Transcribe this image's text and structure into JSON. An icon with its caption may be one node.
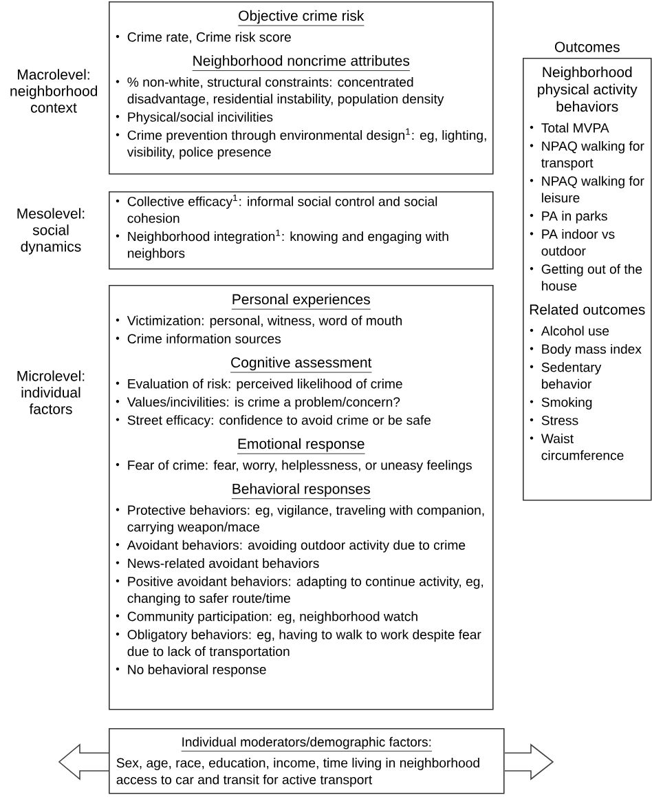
{
  "diagram": {
    "nodes": [
      {
        "text": [
          "Objective crime risk",
          "Crime rate, Crime risk score",
          "Neighborhood noncrime attributes",
          "% non-white, structural constraints: concentrated disadvantage, residential instability, population density",
          "Physical/social incivilities",
          "Crime prevention through environmental design$^{1}$: eg, lighting, visibility, police presence"
        ]
      },
      {
        "text": [
          "Collective efficacy$^{1}$: informal social control and social cohesion",
          "Neighborhood integration$^{1}$: knowing and engaging with neighbors"
        ]
      },
      {
        "text": [
          "Personal experiences",
          "Victimization: personal, witness, word of mouth",
          "Crime information sources",
          "Cognitive assessment",
          "Evaluation of risk: perceived likelihood of crime",
          "Values/incivilities: is crime a problem/concern?",
          "Street efficacy: confidence to avoid crime or be safe",
          "Emotional response",
          "Fear of crime: fear, worry, helplessness, or uneasy feelings",
          "Behavioral responses",
          "Protective behaviors: eg, vigilance, traveling with companion, carrying weapon/mace",
          "Avoidant behaviors: avoiding outdoor activity due to crime",
          "News-related avoidant behaviors",
          "Positive avoidant behaviors: adapting to continue activity, eg, changing to safer route/time",
          "Community participation: eg, neighborhood watch",
          "Obligatory behaviors: eg, having to walk to work despite fear due to lack of transportation",
          "No behavioral response"
        ]
      },
      {
        "text": [
          "Outcomes",
          "Neighborhood physical activity behaviors",
          "Total MVPA",
          "NPAQ walking for transport",
          "NPAQ walking for leisure",
          "PA in parks",
          "PA indoor vs outdoor",
          "Getting out of the house",
          "Related outcomes",
          "Alcohol use",
          "Body mass index",
          "Sedentary behavior",
          "Smoking",
          "Stress",
          "Waist circumference"
        ]
      },
      {
        "text": [
          "Individual moderators/demographic factors:",
          "Sex, age, race, education, income, time living in neighborhood access to car and transit for active transport"
        ]
      }
    ],
    "labels": [
      "Macrolevel: neighborhood context",
      "Mesolevel: social dynamics",
      "Microlevel: individual factors"
    ]
  }
}
